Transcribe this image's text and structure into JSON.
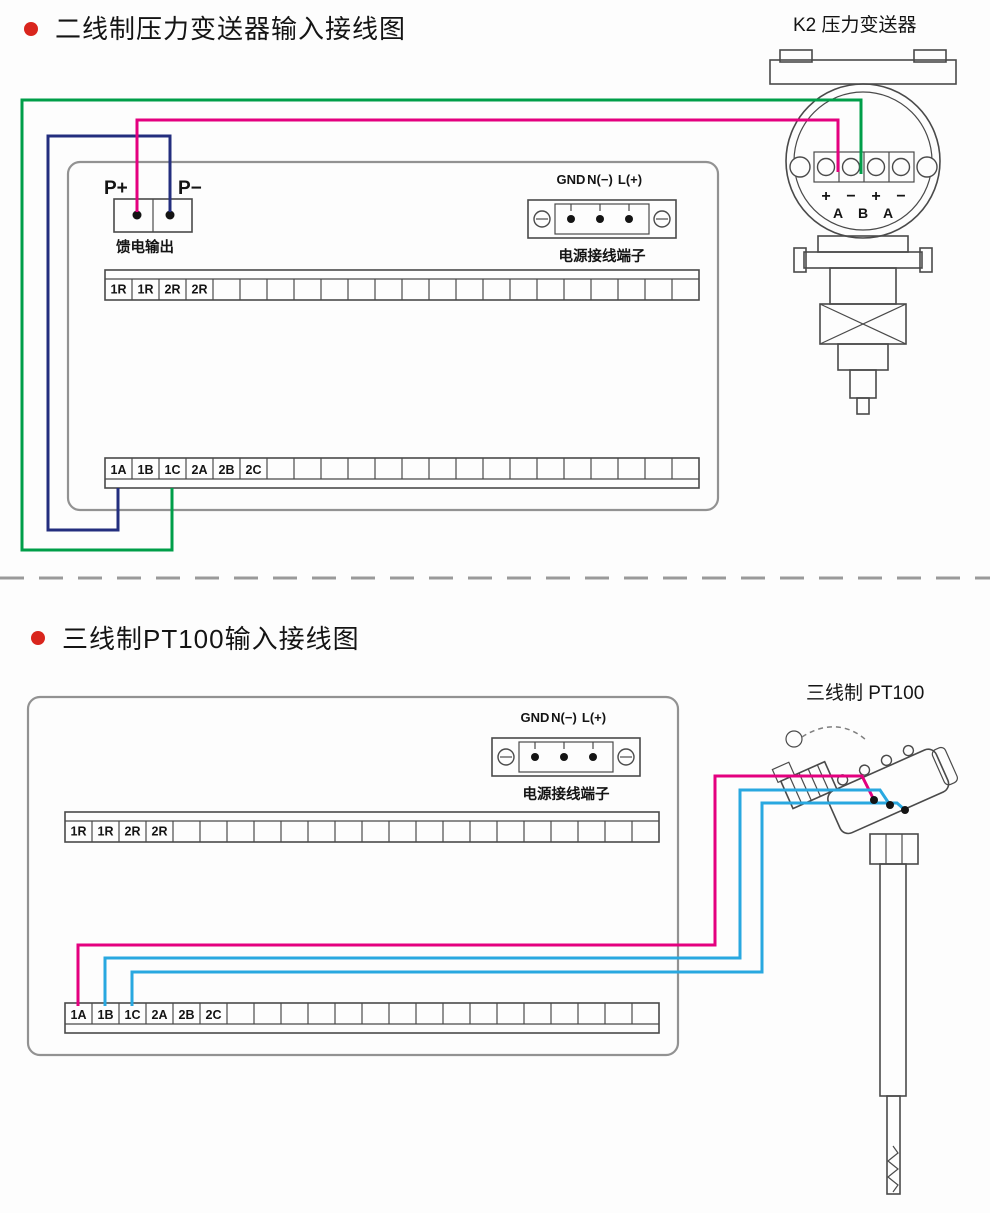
{
  "colors": {
    "green": "#009e49",
    "magenta": "#e4007f",
    "navy": "#232e7e",
    "cyan": "#29a8e0",
    "bullet_red": "#d9251d"
  },
  "section1": {
    "title": "二线制压力变送器输入接线图",
    "device_label": "K2 压力变送器",
    "p_plus": "P+",
    "p_minus": "P−",
    "feed_output": "馈电输出",
    "power_pins": [
      "GND",
      "N(−)",
      "L(+)"
    ],
    "power_block_label": "电源接线端子",
    "relay_row": [
      "1R",
      "1R",
      "2R",
      "2R"
    ],
    "input_row": [
      "1A",
      "1B",
      "1C",
      "2A",
      "2B",
      "2C"
    ],
    "transmitter_signs": [
      "+",
      "−",
      "+",
      "−"
    ],
    "transmitter_pins": [
      "A",
      "B",
      "A"
    ]
  },
  "section2": {
    "title": "三线制PT100输入接线图",
    "device_label": "三线制 PT100",
    "power_pins": [
      "GND",
      "N(−)",
      "L(+)"
    ],
    "power_block_label": "电源接线端子",
    "relay_row": [
      "1R",
      "1R",
      "2R",
      "2R"
    ],
    "input_row": [
      "1A",
      "1B",
      "1C",
      "2A",
      "2B",
      "2C"
    ]
  }
}
